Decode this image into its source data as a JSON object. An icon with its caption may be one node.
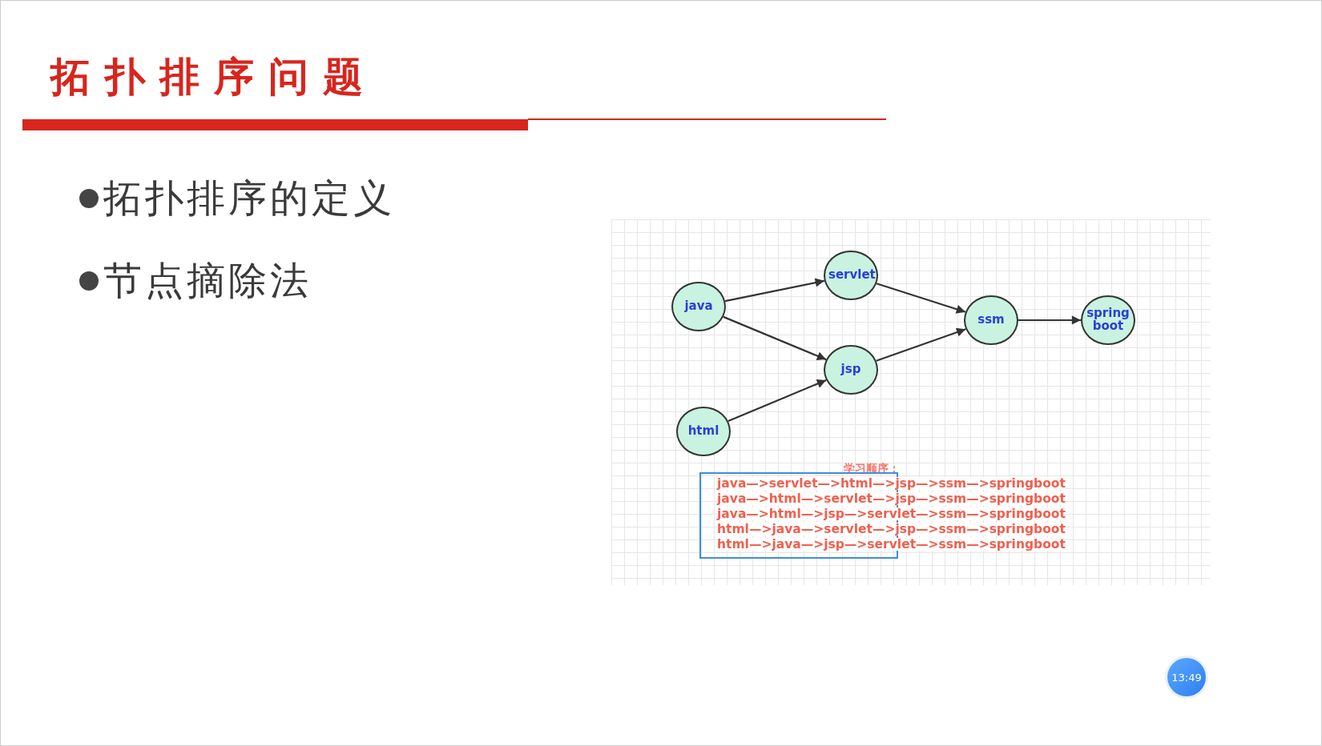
{
  "diagram": {
    "title": "拓扑排序问题",
    "nodes": [
      {
        "text": [
          "java"
        ]
      },
      {
        "text": [
          "servlet"
        ]
      },
      {
        "text": [
          "jsp"
        ]
      },
      {
        "text": [
          "html"
        ]
      },
      {
        "text": [
          "ssm"
        ]
      },
      {
        "text": [
          "spring boot"
        ]
      }
    ],
    "edges": [
      {
        "from": 0,
        "to": 1,
        "arrow": "to"
      },
      {
        "from": 0,
        "to": 2,
        "arrow": "to"
      },
      {
        "from": 3,
        "to": 2,
        "arrow": "to"
      },
      {
        "from": 1,
        "to": 4,
        "arrow": "to"
      },
      {
        "from": 2,
        "to": 4,
        "arrow": "to"
      },
      {
        "from": 4,
        "to": 5,
        "arrow": "to"
      }
    ],
    "labels": [
      "拓扑排序的定义",
      "节点摘除法",
      "学习顺序：",
      "java—>servlet—>html—>jsp—>ssm—>springboot",
      "java—>html—>servlet—>jsp—>ssm—>springboot",
      "java—>html—>jsp—>servlet—>ssm—>springboot",
      "html—>java—>servlet—>jsp—>ssm—>springboot",
      "html—>java—>jsp—>servlet—>ssm—>springboot",
      "13:49"
    ]
  }
}
